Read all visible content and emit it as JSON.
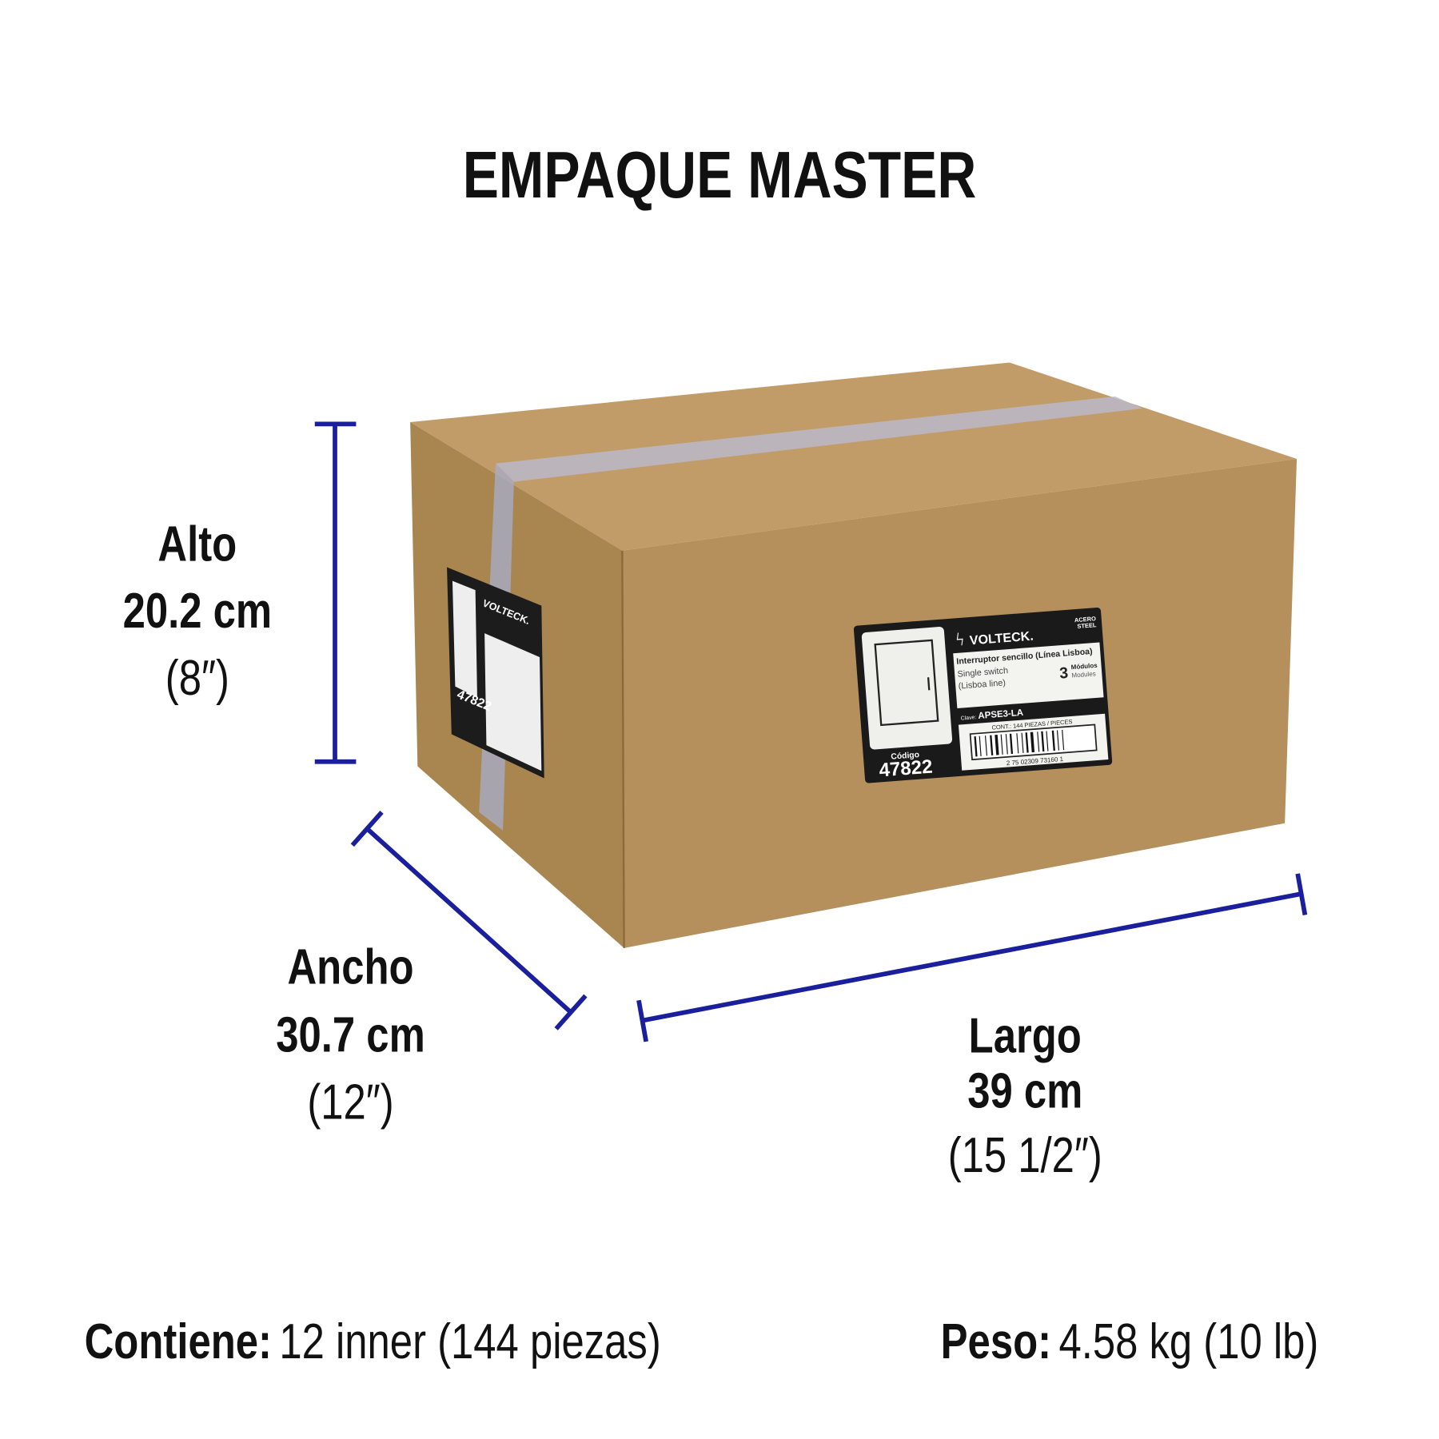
{
  "title": "EMPAQUE MASTER",
  "dimensions": {
    "alto": {
      "label": "Alto",
      "metric": "20.2 cm",
      "imperial": "(8″)"
    },
    "ancho": {
      "label": "Ancho",
      "metric": "30.7 cm",
      "imperial": "(12″)"
    },
    "largo": {
      "label": "Largo",
      "metric": "39 cm",
      "imperial": "(15 1/2″)"
    }
  },
  "footer": {
    "contiene_label": "Contiene:",
    "contiene_value": "12 inner (144 piezas)",
    "peso_label": "Peso:",
    "peso_value": "4.58 kg (10 lb)"
  },
  "box_label": {
    "brand": "VOLTECK.",
    "material": "ACERO",
    "material_en": "STEEL",
    "product_es": "Interruptor sencillo (Línea Lisboa)",
    "product_en_1": "Single switch",
    "product_en_2": "(Lisboa line)",
    "modules_count": "3",
    "modules_es": "Módulos",
    "modules_en": "Modules",
    "clave_label": "Clave:",
    "clave": "APSE3-LA",
    "contents": "CONT.: 144 PIEZAS / PIECES",
    "barcode_number": "2 75 02309 73160 1",
    "codigo_label": "Código",
    "codigo": "47822"
  },
  "colors": {
    "dimension_line": "#1a1f9c",
    "cardboard_front": "#b8925f",
    "cardboard_top": "#c29c68",
    "cardboard_side": "#a9854f"
  }
}
